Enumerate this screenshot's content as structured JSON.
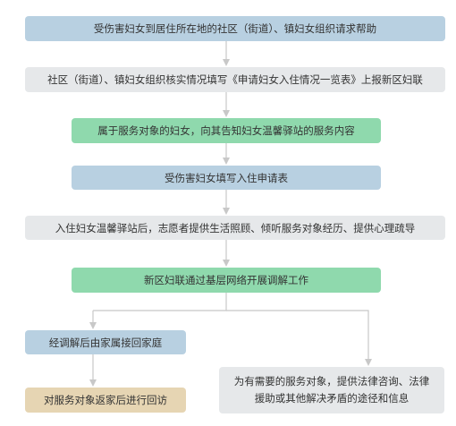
{
  "flowchart": {
    "steps": [
      {
        "id": "s1",
        "text": "受伤害妇女到居住所在地的社区（街道）、镇妇女组织请求帮助",
        "color": "#b8d0e1"
      },
      {
        "id": "s2",
        "text": "社区（街道）、镇妇女组织核实情况填写《申请妇女入住情况一览表》上报新区妇联",
        "color": "#e6e8ea"
      },
      {
        "id": "s3",
        "text": "属于服务对象的妇女，向其告知妇女温馨驿站的服务内容",
        "color": "#8fd9ad"
      },
      {
        "id": "s4",
        "text": "受伤害妇女填写入住申请表",
        "color": "#b8d0e1"
      },
      {
        "id": "s5",
        "text": "入住妇女温馨驿站后，志愿者提供生活照顾、倾听服务对象经历、提供心理疏导",
        "color": "#e6e8ea"
      },
      {
        "id": "s6",
        "text": "新区妇联通过基层网络开展调解工作",
        "color": "#8fd9ad"
      },
      {
        "id": "s7",
        "text": "经调解后由家属接回家庭",
        "color": "#b8d0e1"
      },
      {
        "id": "s8",
        "text": "对服务对象返家后进行回访",
        "color": "#e6d5b3"
      },
      {
        "id": "s9",
        "text": "为有需要的服务对象，提供法律咨询、法律援助或其他解决矛盾的途径和信息",
        "color": "#e6e8ea"
      }
    ],
    "connectors": [
      {
        "from": "s1",
        "to": "s2"
      },
      {
        "from": "s2",
        "to": "s3"
      },
      {
        "from": "s3",
        "to": "s4"
      },
      {
        "from": "s4",
        "to": "s5"
      },
      {
        "from": "s5",
        "to": "s6"
      },
      {
        "from": "s6",
        "to": "s7"
      },
      {
        "from": "s6",
        "to": "s9"
      },
      {
        "from": "s7",
        "to": "s8"
      }
    ],
    "line_color": "#c8c8c8"
  }
}
